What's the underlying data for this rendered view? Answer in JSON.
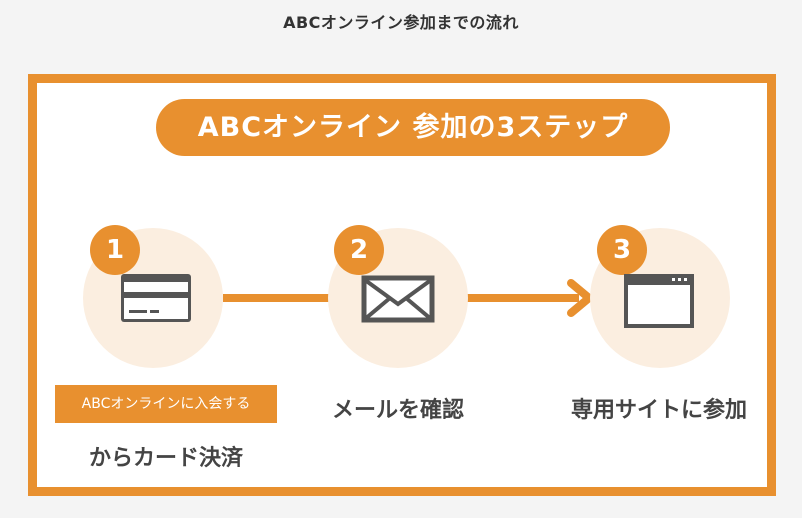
{
  "heading": "ABCオンライン参加までの流れ",
  "banner": {
    "title": "ABCオンライン 参加の3ステップ",
    "steps": [
      {
        "number": "1",
        "icon": "credit-card-icon",
        "tag": "ABCオンラインに入会する",
        "label": "からカード決済"
      },
      {
        "number": "2",
        "icon": "envelope-icon",
        "label": "メールを確認"
      },
      {
        "number": "3",
        "icon": "browser-window-icon",
        "label": "専用サイトに参加"
      }
    ]
  },
  "colors": {
    "accent": "#e8902f",
    "circle": "#fbeee0",
    "icon": "#555555",
    "text": "#333333",
    "background": "#f4f4f4"
  }
}
